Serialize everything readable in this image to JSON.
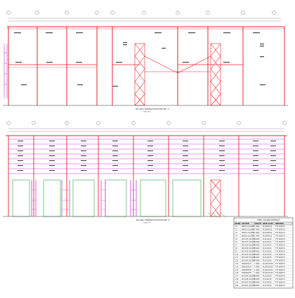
{
  "drawing": {
    "elevation_1": {
      "title": "SHL WALL FRAMING ELEVATION LINE \"1\"",
      "scale": "SCALE: NTS"
    },
    "elevation_2": {
      "title": "SHL WALL FRAMING ELEVATION LINE \"2\"",
      "scale": "SCALE: NTS"
    },
    "schedule": {
      "title": "STEEL COLUMN SCHEDULE",
      "headers": [
        "MARK",
        "SECTION",
        "LENGTH",
        "BASE PLATE",
        "REMARKS"
      ],
      "rows": [
        [
          "C1",
          "W8X31 COLUMN",
          "7.4000",
          "PL3/4X8X12",
          "TYP. BASE PL"
        ],
        [
          "C2",
          "W8X31 COLUMN",
          "7.4000",
          "PL3/4X8X12",
          "TYP. BASE PL"
        ],
        [
          "C3",
          "W8X35 COLUMN",
          "7.4000",
          "PL3/4X8X12",
          "TYP. BASE PL"
        ],
        [
          "C4",
          "W8X35 COLUMN",
          "7.4000",
          "PL3/4X8X12",
          "TYP. BASE PL"
        ],
        [
          "C5",
          "W10X33 COLUMN",
          "7.4000",
          "PL1X10X14",
          "TYP. BASE PL"
        ],
        [
          "C6",
          "W10X33 COLUMN",
          "7.4000",
          "PL1X10X14",
          "TYP. BASE PL"
        ],
        [
          "C7",
          "W10X39 COLUMN",
          "7.4000",
          "PL1X10X14",
          "TYP. BASE PL"
        ],
        [
          "C8",
          "W10X39 COLUMN",
          "7.4000",
          "PL1X10X14",
          "TYP. BASE PL"
        ],
        [
          "C9",
          "W12X40 COLUMN",
          "7.4000",
          "PL1X12X16",
          "TYP. BASE PL"
        ],
        [
          "C10",
          "W12X40 COLUMN",
          "7.4000",
          "PL1X12X16",
          "TYP. BASE PL"
        ],
        [
          "C11",
          "W12X45 COLUMN",
          "7.4000",
          "PL1X12X16",
          "TYP. BASE PL"
        ],
        [
          "C12",
          "W12X45 COLUMN",
          "7.4000",
          "PL1X12X16",
          "TYP. BASE PL"
        ],
        [
          "C13",
          "HSS6X6X1/4",
          "7.4000",
          "PL3/4X10X10",
          "TYP. BASE PL"
        ],
        [
          "C14",
          "HSS6X6X1/4",
          "7.4000",
          "PL3/4X10X10",
          "TYP. BASE PL"
        ],
        [
          "C15",
          "HSS8X8X3/8",
          "7.4000",
          "PL3/4X12X12",
          "TYP. BASE PL"
        ],
        [
          "C16",
          "HSS8X8X3/8",
          "7.4000",
          "PL3/4X12X12",
          "TYP. BASE PL"
        ],
        [
          "C17",
          "W14X48 COLUMN",
          "7.4000",
          "PL1X14X18",
          "TYP. BASE PL"
        ],
        [
          "C18",
          "W14X48 COLUMN",
          "7.4000",
          "PL1X14X18",
          "TYP. BASE PL"
        ],
        [
          "C19",
          "W14X53 COLUMN",
          "7.4000",
          "PL1X14X18",
          "TYP. BASE PL"
        ],
        [
          "C20",
          "W14X53 COLUMN",
          "7.4000",
          "PL1X14X18",
          "TYP. BASE PL"
        ]
      ]
    },
    "colors": {
      "beam": "#e8262a",
      "girt": "#d03adf",
      "brace": "#e8262a",
      "column_green": "#2fa64a",
      "grid": "#3b3b3b",
      "text": "#222222"
    }
  }
}
